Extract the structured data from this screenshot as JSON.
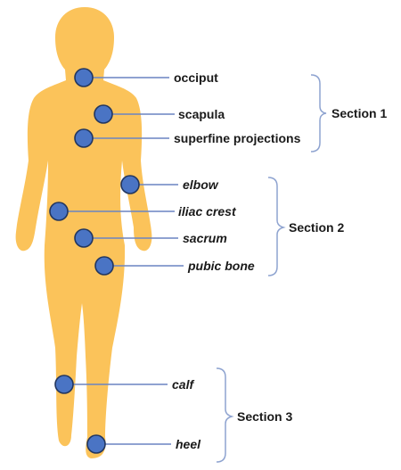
{
  "colors": {
    "body": "#FBC35A",
    "marker_fill": "#4A74C4",
    "marker_stroke": "#22365F",
    "leader_line": "#6A84C2",
    "bracket": "#8EA3D0",
    "text": "#1A1A1A"
  },
  "points": [
    {
      "label": "occiput",
      "style": "upright"
    },
    {
      "label": "scapula",
      "style": "upright"
    },
    {
      "label": "superfine projections",
      "style": "upright"
    },
    {
      "label": "elbow",
      "style": "italic"
    },
    {
      "label": "iliac crest",
      "style": "italic"
    },
    {
      "label": "sacrum",
      "style": "italic"
    },
    {
      "label": "pubic bone",
      "style": "italic"
    },
    {
      "label": "calf",
      "style": "italic"
    },
    {
      "label": "heel",
      "style": "italic"
    }
  ],
  "sections": [
    {
      "label": "Section 1"
    },
    {
      "label": "Section 2"
    },
    {
      "label": "Section 3"
    }
  ]
}
